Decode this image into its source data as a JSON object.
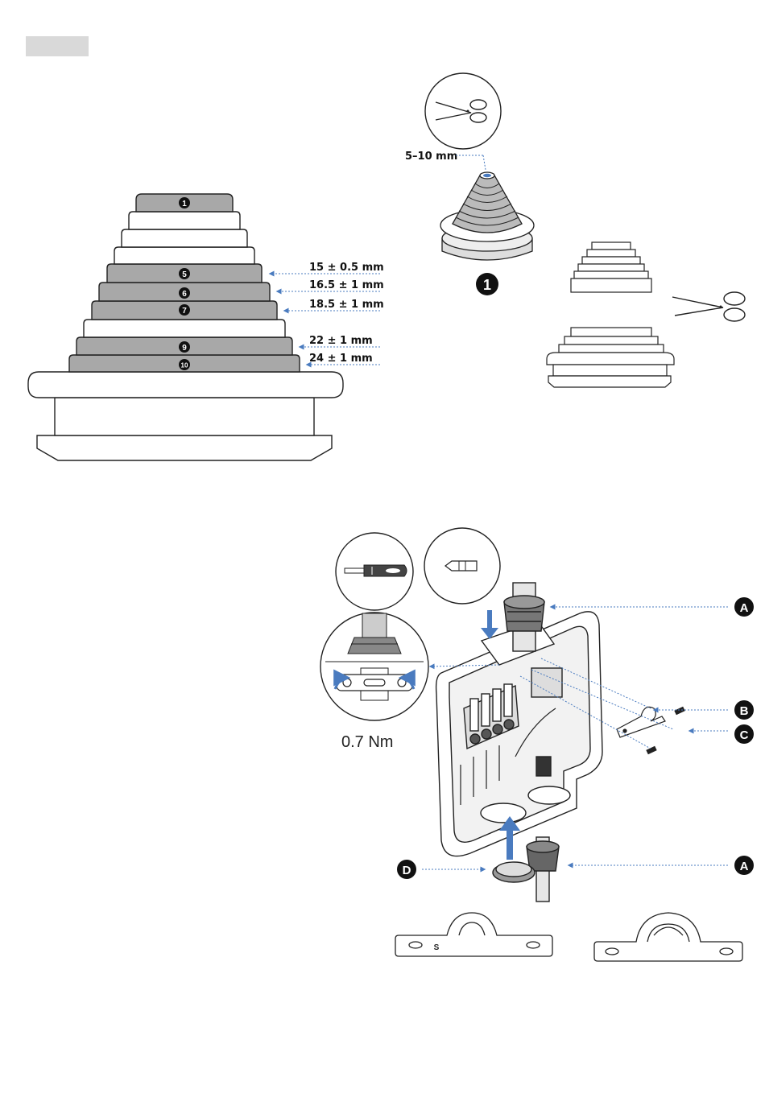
{
  "page": {
    "header_tab_color": "#d9d9d9"
  },
  "grommet_chart": {
    "ring_numbers": [
      "1",
      "5",
      "6",
      "7",
      "9",
      "10"
    ],
    "dimensions": [
      "15 ± 0.5 mm",
      "16.5 ± 1 mm",
      "18.5 ± 1 mm",
      "22 ± 1 mm",
      "24 ± 1 mm"
    ]
  },
  "cut_step": {
    "cut_length": "5–10 mm",
    "step_number": "1",
    "tool_icon": "scissors-icon"
  },
  "assembly": {
    "torque": "0.7 Nm",
    "callouts": [
      "A",
      "B",
      "C",
      "D",
      "A"
    ],
    "tool_icons": [
      "screwdriver-icon",
      "bit-icon"
    ],
    "arrow_color": "#4a7bbf"
  },
  "clamps": {
    "clamp_mark": "S"
  },
  "colors": {
    "ring_grey": "#a8a8a8",
    "outline": "#222222",
    "leader_blue": "#4a7bbf"
  }
}
